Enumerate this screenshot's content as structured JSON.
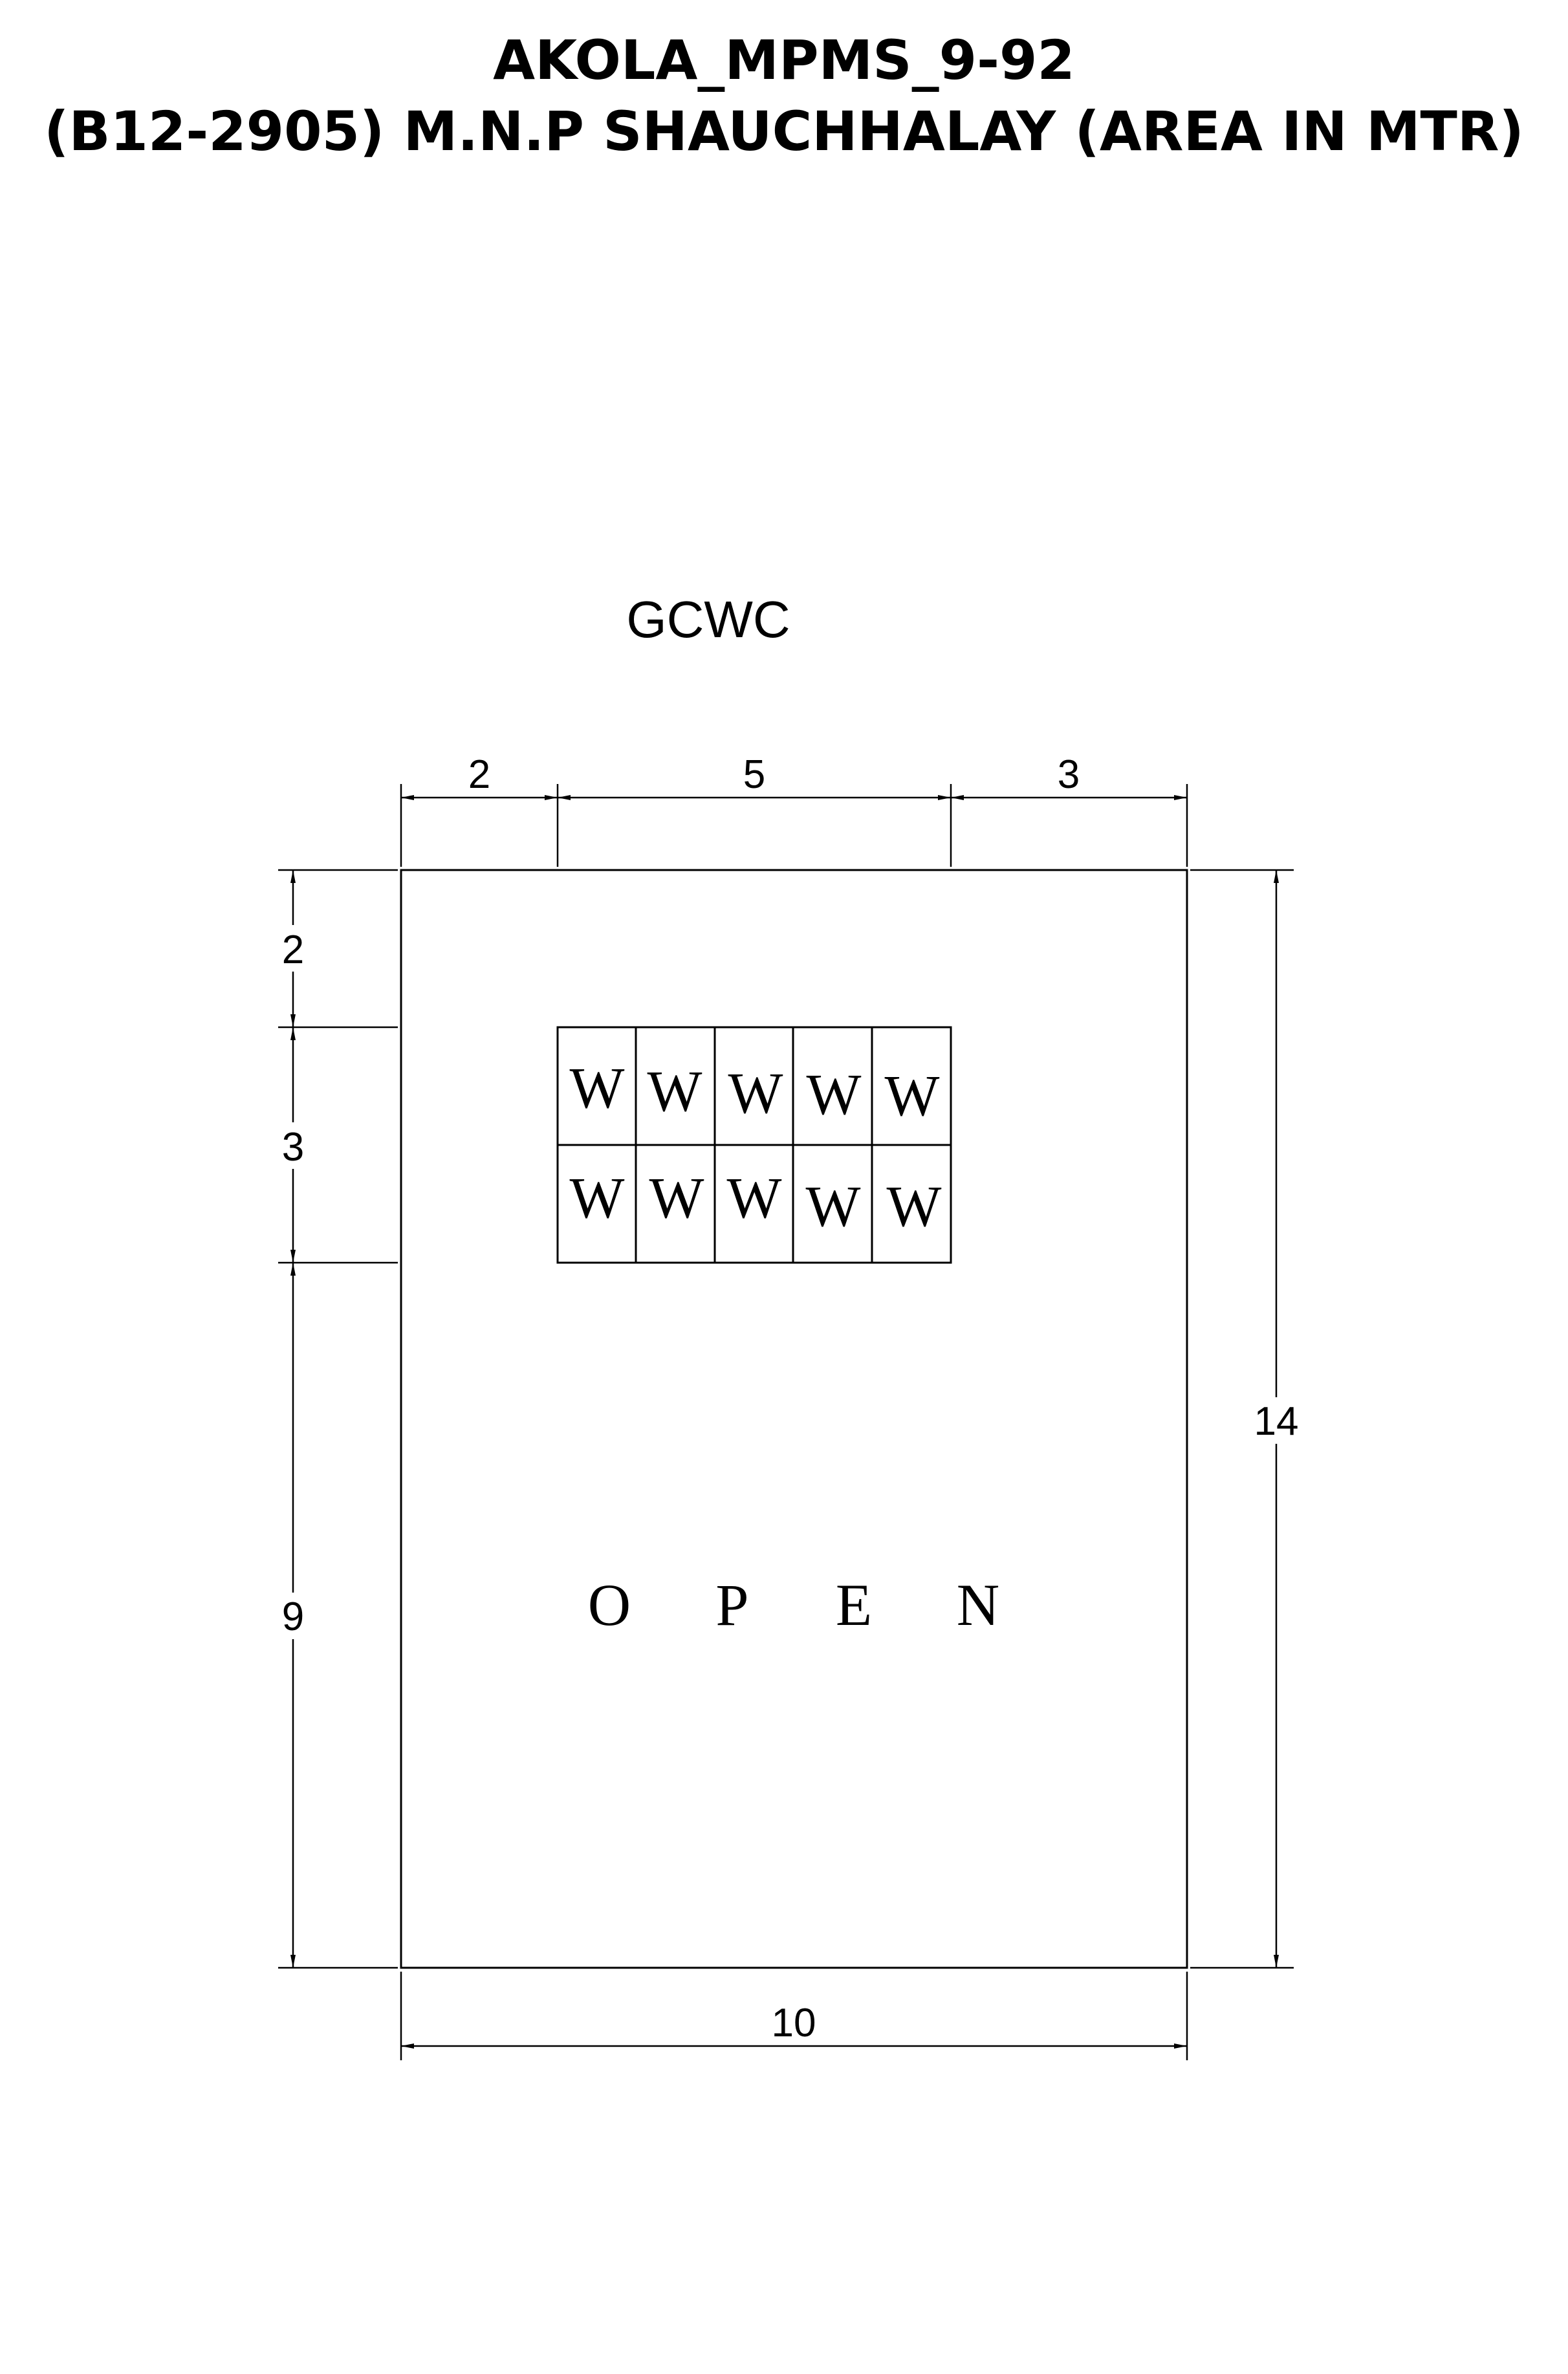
{
  "header": {
    "title_line1": "AKOLA_MPMS_9-92",
    "title_line2": "(B12-2905) M.N.P SHAUCHHALAY (AREA IN MTR)"
  },
  "plan": {
    "building_label": "GCWC",
    "open_label": "O P E N",
    "open_letters": [
      "O",
      "P",
      "E",
      "N"
    ],
    "wc_cells": [
      "W",
      "W",
      "W",
      "W",
      "W",
      "W",
      "W",
      "W",
      "W",
      "W"
    ],
    "dimensions": {
      "top": [
        "2",
        "5",
        "3"
      ],
      "left": [
        "2",
        "3",
        "9"
      ],
      "right": "14",
      "bottom": "10"
    }
  }
}
